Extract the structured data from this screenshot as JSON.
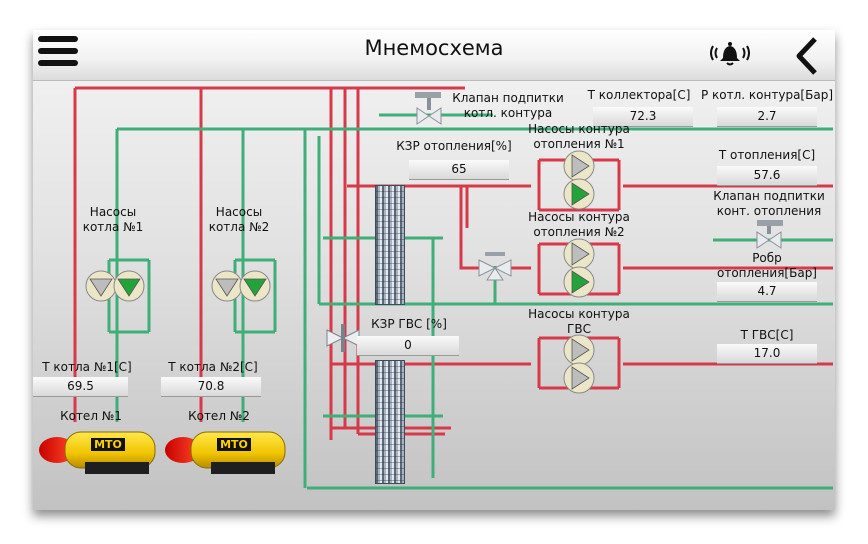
{
  "header": {
    "title": "Мнемосхема",
    "menu_icon": "hamburger-menu-icon",
    "bell_icon": "bell-alarm-icon",
    "back_icon": "chevron-left-icon"
  },
  "colors": {
    "hot_pipe": "#d7384a",
    "cold_pipe": "#3fae78",
    "pump_on": "#23a33a",
    "pump_off": "#bdbdbd"
  },
  "boiler1": {
    "pumps_label": "Насосы\nкотла №1",
    "temp_label": "T котла №1[C]",
    "temp_value": "69.5",
    "name": "Котел №1",
    "logo": "МТО",
    "pump_states": [
      "off",
      "on"
    ]
  },
  "boiler2": {
    "pumps_label": "Насосы\nкотла №2",
    "temp_label": "T котла №2[C]",
    "temp_value": "70.8",
    "name": "Котел №2",
    "logo": "МТО",
    "pump_states": [
      "off",
      "on"
    ]
  },
  "makeup_valve_boiler": {
    "label": "Клапан подпитки\nкотл. контура"
  },
  "collector": {
    "temp_label": "T коллектора[C]",
    "temp_value": "72.3"
  },
  "boiler_circuit": {
    "pressure_label": "P котл. контура[Бар]",
    "pressure_value": "2.7"
  },
  "heating": {
    "valve_label": "КЗР отопления[%]",
    "valve_value": "65",
    "pumps1_label": "Насосы контура\nотопления №1",
    "pumps1_states": [
      "off",
      "on"
    ],
    "pumps2_label": "Насосы контура\nотопления №2",
    "pumps2_states": [
      "off",
      "on"
    ],
    "temp_label": "T отопления[C]",
    "temp_value": "57.6",
    "makeup_valve_label": "Клапан подпитки\nконт. отопления",
    "return_pressure_label": "Робр\nотопления[Бар]",
    "return_pressure_value": "4.7"
  },
  "dhw": {
    "valve_label": "КЗР ГВС [%]",
    "valve_value": "0",
    "pumps_label": "Насосы контура\nГВС",
    "pumps_states": [
      "off",
      "off"
    ],
    "temp_label": "T ГВС[C]",
    "temp_value": "17.0"
  }
}
